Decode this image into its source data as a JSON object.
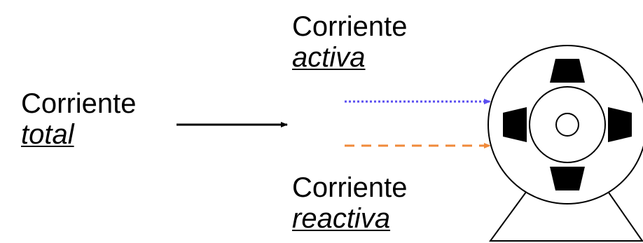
{
  "labels": {
    "total": {
      "line1": "Corriente",
      "line2": "total"
    },
    "active": {
      "line1": "Corriente",
      "line2": "activa"
    },
    "reactive": {
      "line1": "Corriente",
      "line2": "reactiva"
    }
  },
  "colors": {
    "active_arrow": "#5b4ff0",
    "reactive_arrow": "#f08a3a",
    "total_arrow": "#000000",
    "motor": "#000000"
  },
  "icons": {
    "motor": "electric-motor-icon"
  }
}
